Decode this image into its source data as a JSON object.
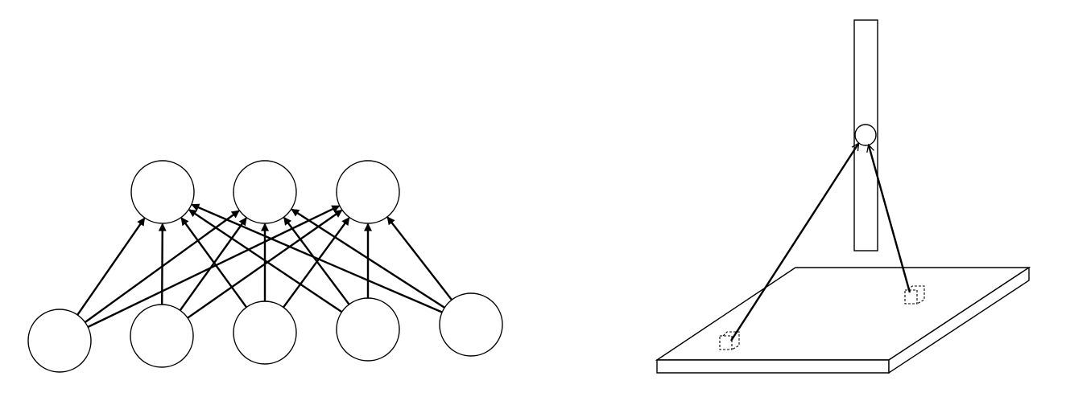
{
  "diagram": {
    "stroke_color": "#000000",
    "fill_color": "#ffffff",
    "panels": [
      {
        "kind": "network",
        "input_units": 5,
        "output_units": 3,
        "connections": "fully-connected",
        "arrow_direction": "input-to-output"
      },
      {
        "kind": "3d-plate-and-column",
        "column_nodes": 1,
        "plate_patches": 2,
        "arrow_direction": "plate-patch-to-column-node"
      }
    ]
  }
}
